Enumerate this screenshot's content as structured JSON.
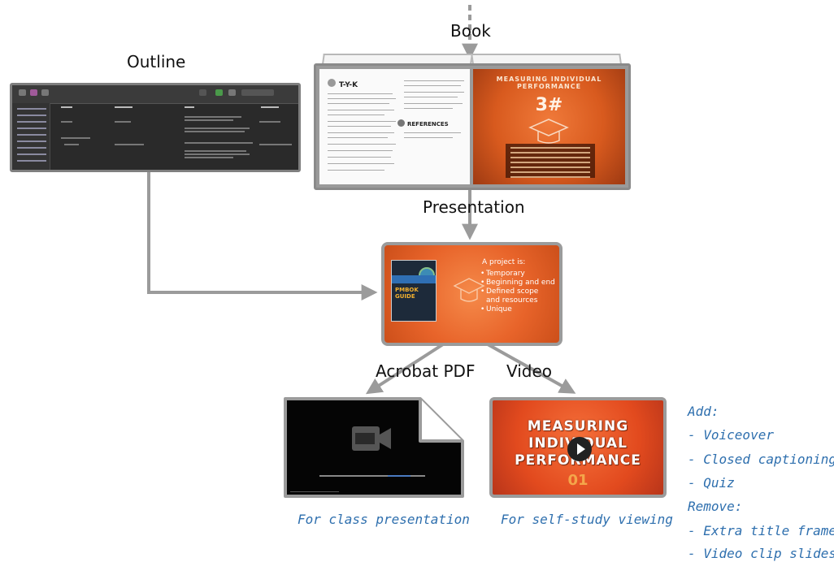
{
  "labels": {
    "book": "Book",
    "outline": "Outline",
    "presentation": "Presentation",
    "acrobat_pdf": "Acrobat PDF",
    "video": "Video",
    "for_class": "For class presentation",
    "for_self_study": "For self-study viewing"
  },
  "notes": {
    "add_title": "Add:",
    "add_items": [
      "- Voiceover",
      "- Closed captioning",
      "- Quiz"
    ],
    "remove_title": "Remove:",
    "remove_items": [
      "- Extra title frame",
      "- Video clip slides"
    ]
  },
  "book": {
    "left_title": "T-Y-K",
    "left_refs": "REFERENCES",
    "right_title": "MEASURING INDIVIDUAL PERFORMANCE",
    "right_number": "3#"
  },
  "slide": {
    "heading": "A project is:",
    "bullets": [
      "Temporary",
      "Beginning and end",
      "Defined scope and resources",
      "Unique"
    ],
    "book_cover": "PMBOK GUIDE"
  },
  "video_thumb": {
    "lines": [
      "MEASURING",
      "INDIVIDUAL",
      "PERFORMANCE"
    ],
    "number": "01"
  },
  "colors": {
    "arrow": "#9b9b9b",
    "note_text": "#2e6fae",
    "slide_orange": "#e8642a",
    "pdf_black": "#050505"
  }
}
